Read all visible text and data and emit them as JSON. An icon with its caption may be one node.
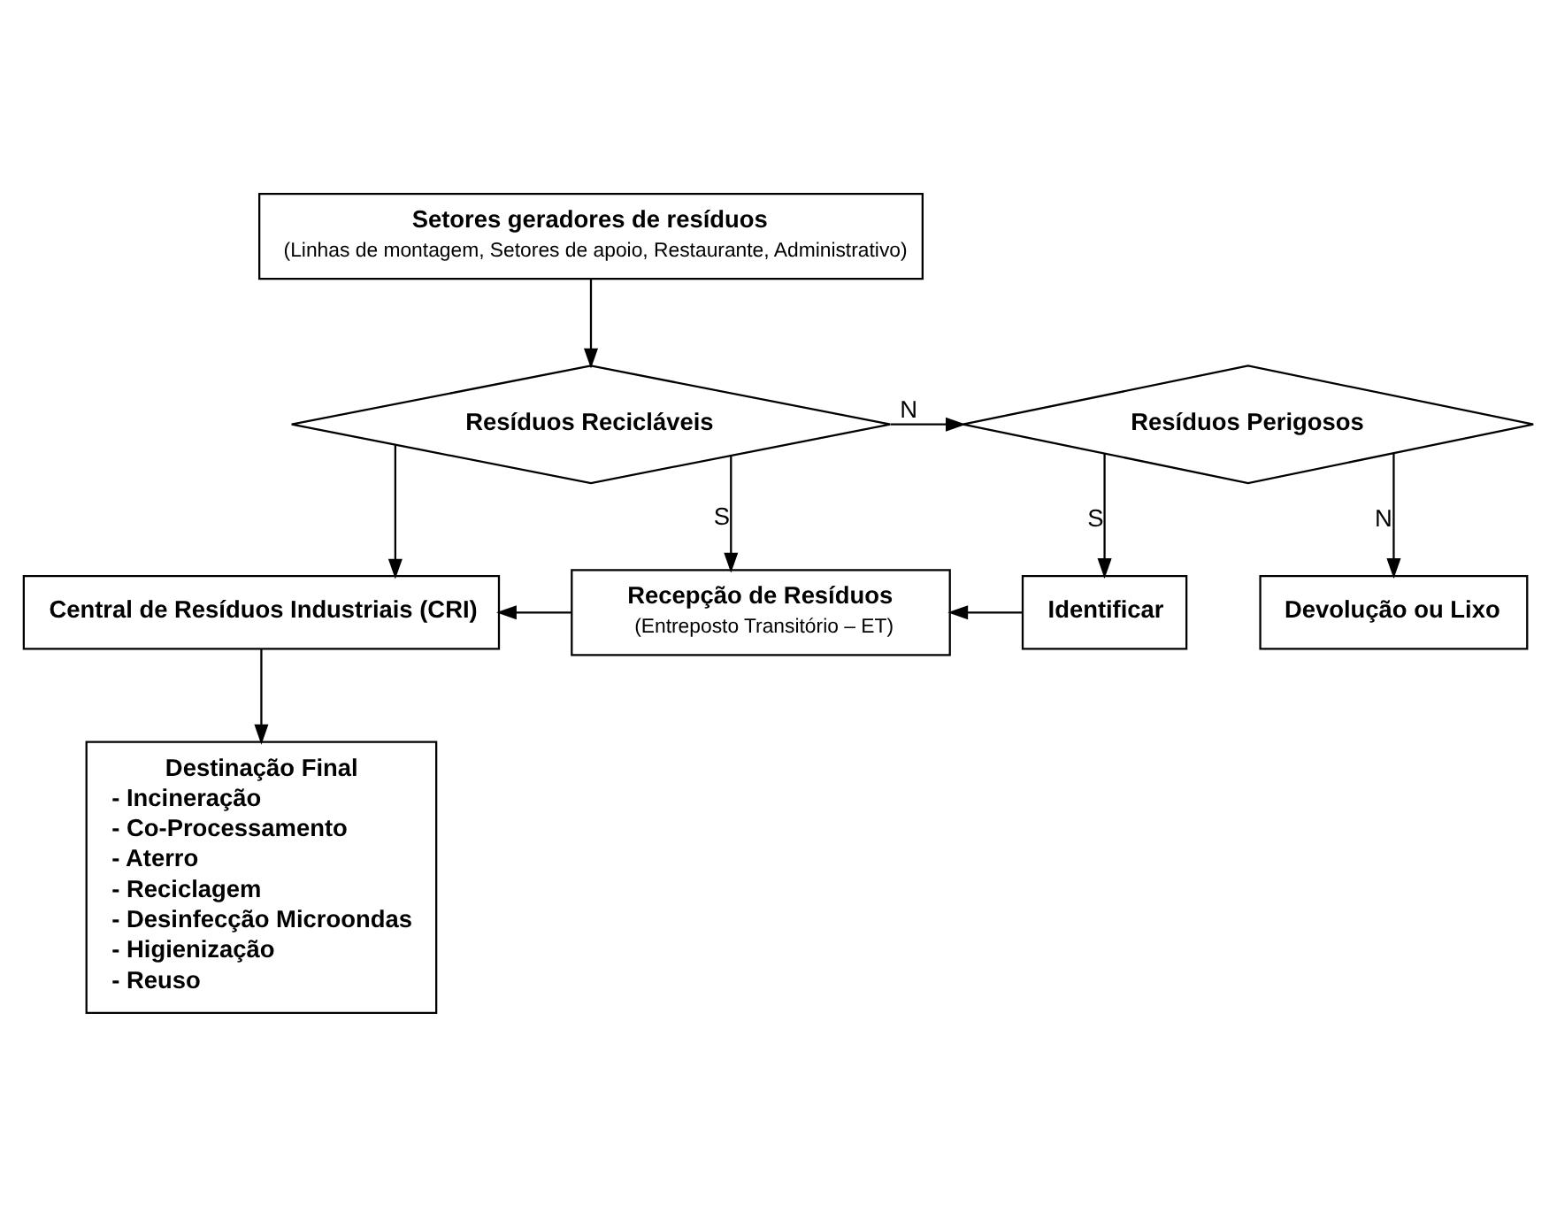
{
  "diagram": {
    "nodes": [
      {
        "text": [
          "Setores geradores de resíduos",
          "(Linhas de montagem, Setores de apoio, Restaurante, Administrativo)"
        ]
      },
      {
        "text": [
          "Resíduos Recicláveis"
        ]
      },
      {
        "text": [
          "Resíduos Perigosos"
        ]
      },
      {
        "text": [
          "Central de Resíduos Industriais (CRI)"
        ]
      },
      {
        "text": [
          "Recepção de Resíduos",
          "(Entreposto Transitório – ET)"
        ]
      },
      {
        "text": [
          "Identificar"
        ]
      },
      {
        "text": [
          "Destinação Final",
          "- Incineração",
          "- Co-Processamento",
          "- Aterro",
          "- Reciclagem",
          "- Desinfecção Microondas",
          "- Higienização",
          "- Reuso"
        ]
      },
      {
        "text": [
          "Devolução ou Lixo"
        ]
      }
    ],
    "edges": [
      {
        "from": 0,
        "to": 1,
        "arrow": "to"
      },
      {
        "from": 1,
        "to": 2,
        "arrow": "to",
        "label": "N"
      },
      {
        "from": 1,
        "to": 4,
        "arrow": "to",
        "label": "S"
      },
      {
        "from": 1,
        "to": 3,
        "arrow": "to"
      },
      {
        "from": 2,
        "to": 5,
        "arrow": "to",
        "label": "S"
      },
      {
        "from": 2,
        "to": 7,
        "arrow": "to",
        "label": "N"
      },
      {
        "from": 5,
        "to": 4,
        "arrow": "to"
      },
      {
        "from": 4,
        "to": 3,
        "arrow": "to"
      },
      {
        "from": 3,
        "to": 6,
        "arrow": "to"
      }
    ]
  }
}
